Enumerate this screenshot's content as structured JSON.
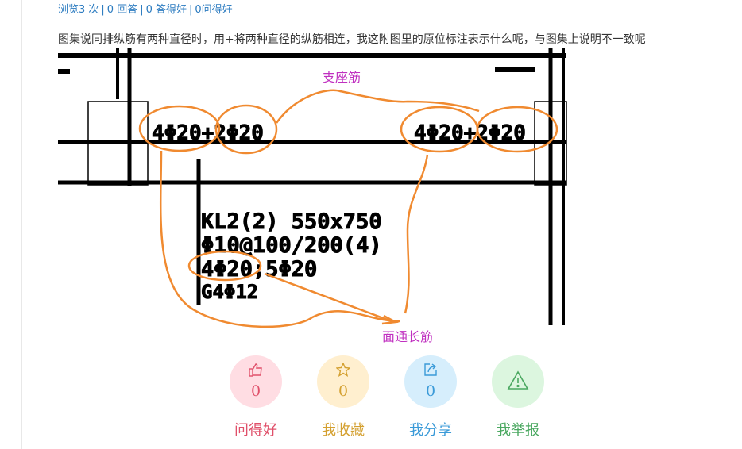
{
  "stats": {
    "views": "浏览3 次",
    "answers": "0 回答",
    "good_answers": "0 答得好",
    "good_questions": "0问得好"
  },
  "question": "图集说同排纵筋有两种直径时，用+将两种直径的纵筋相连，我这附图里的原位标注表示什么呢，与图集上说明不一致呢",
  "drawing": {
    "annotation_support": "支座筋",
    "annotation_top": "面通长筋",
    "left_label": "4Φ20+2Φ20",
    "right_label": "4Φ20+2Φ20",
    "beam_lines": [
      "KL2(2) 550x750",
      "Φ10@100/200(4)",
      "4Φ20;5Φ20",
      "G4Φ12"
    ],
    "annotation_color": "#c030c0",
    "mark_color": "#f08a30"
  },
  "actions": [
    {
      "icon": "thumbs-up-icon",
      "count": "0",
      "label": "问得好",
      "color": "#e0506a",
      "bg": "#ffdde3"
    },
    {
      "icon": "star-icon",
      "count": "0",
      "label": "我收藏",
      "color": "#d4a030",
      "bg": "#ffefcf"
    },
    {
      "icon": "share-icon",
      "count": "0",
      "label": "我分享",
      "color": "#3a9ad8",
      "bg": "#d6eefc"
    },
    {
      "icon": "warning-icon",
      "count": "",
      "label": "我举报",
      "color": "#4aa860",
      "bg": "#dcf6df"
    }
  ]
}
